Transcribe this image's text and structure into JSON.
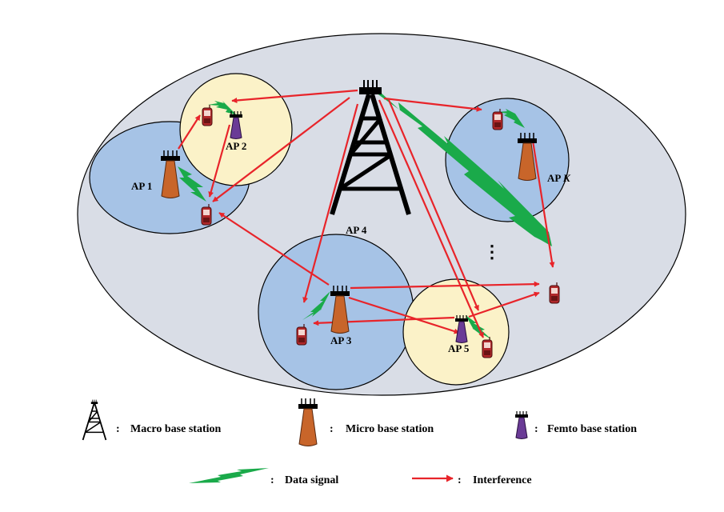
{
  "colors": {
    "macro_area": "#d9dde6",
    "micro_area": "#a6c3e6",
    "femto_area": "#fbf2c8",
    "interference": "#e8242a",
    "data_signal": "#1aaa4a",
    "micro_station": "#c8652a",
    "femto_station": "#6a3b96",
    "user_device": "#b0282a"
  },
  "access_points": {
    "ap1": "AP 1",
    "ap2": "AP 2",
    "ap3": "AP 3",
    "ap4": "AP 4",
    "ap5": "AP 5",
    "apk_prefix": "AP ",
    "apk_index": "K"
  },
  "ellipsis": "⋮",
  "legend": {
    "colon": ":",
    "macro": "Macro base station",
    "micro": "Micro base station",
    "femto": "Femto base station",
    "data_signal": "Data signal",
    "interference": "Interference"
  }
}
